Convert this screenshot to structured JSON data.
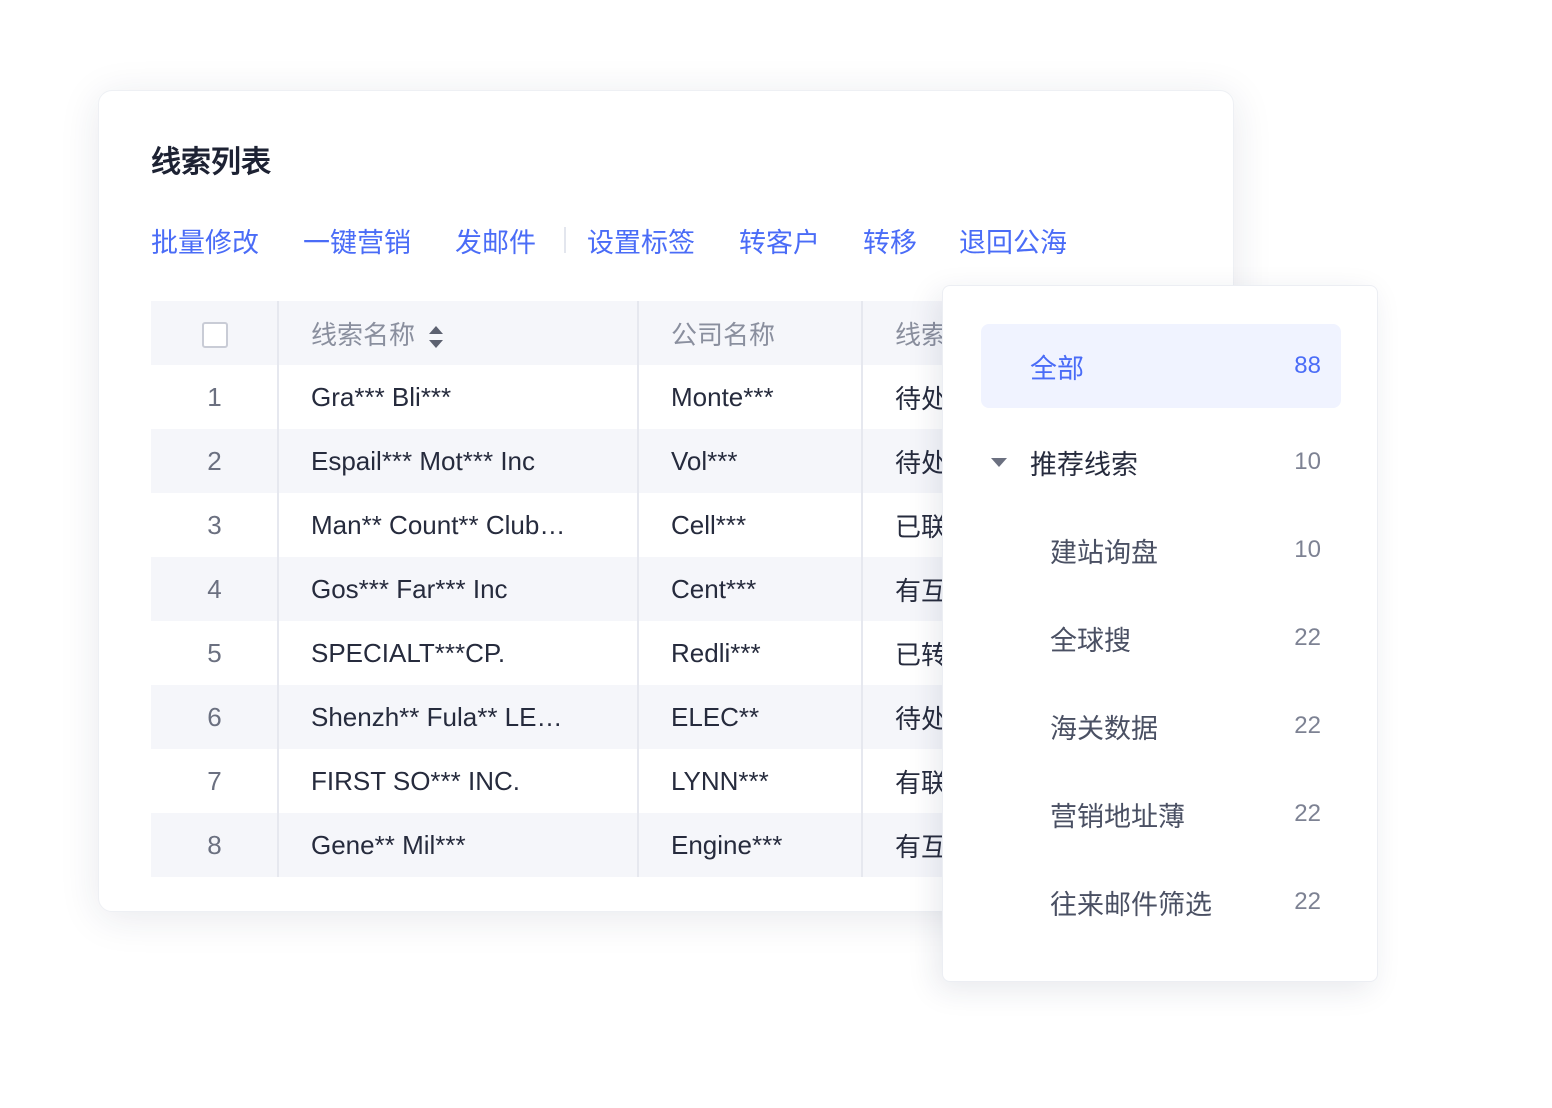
{
  "title": "线索列表",
  "actions": [
    "批量修改",
    "一键营销",
    "发邮件",
    "设置标签",
    "转客户",
    "转移",
    "退回公海"
  ],
  "table": {
    "headers": [
      "线索名称",
      "公司名称",
      "线索"
    ],
    "rows": [
      {
        "no": "1",
        "name": "Gra*** Bli***",
        "company": "Monte***",
        "status": "待处"
      },
      {
        "no": "2",
        "name": "Espail*** Mot*** Inc",
        "company": "Vol***",
        "status": "待处"
      },
      {
        "no": "3",
        "name": "Man** Count** Club…",
        "company": "Cell***",
        "status": "已联"
      },
      {
        "no": "4",
        "name": "Gos*** Far*** Inc",
        "company": "Cent***",
        "status": "有互"
      },
      {
        "no": "5",
        "name": "SPECIALT***CP.",
        "company": "Redli***",
        "status": "已转"
      },
      {
        "no": "6",
        "name": "Shenzh** Fula** LE…",
        "company": "ELEC**",
        "status": "待处"
      },
      {
        "no": "7",
        "name": "FIRST SO*** INC.",
        "company": "LYNN***",
        "status": "有联"
      },
      {
        "no": "8",
        "name": "Gene** Mil***",
        "company": "Engine***",
        "status": "有互"
      }
    ]
  },
  "filter": {
    "items": [
      {
        "label": "全部",
        "count": "88"
      },
      {
        "label": "推荐线索",
        "count": "10"
      },
      {
        "label": "建站询盘",
        "count": "10"
      },
      {
        "label": "全球搜",
        "count": "22"
      },
      {
        "label": "海关数据",
        "count": "22"
      },
      {
        "label": "营销地址薄",
        "count": "22"
      },
      {
        "label": "往来邮件筛选",
        "count": "22"
      }
    ]
  },
  "colors": {
    "accent": "#4a6cf7",
    "active_bg": "#f0f3ff",
    "stripe": "#f5f6fa"
  }
}
